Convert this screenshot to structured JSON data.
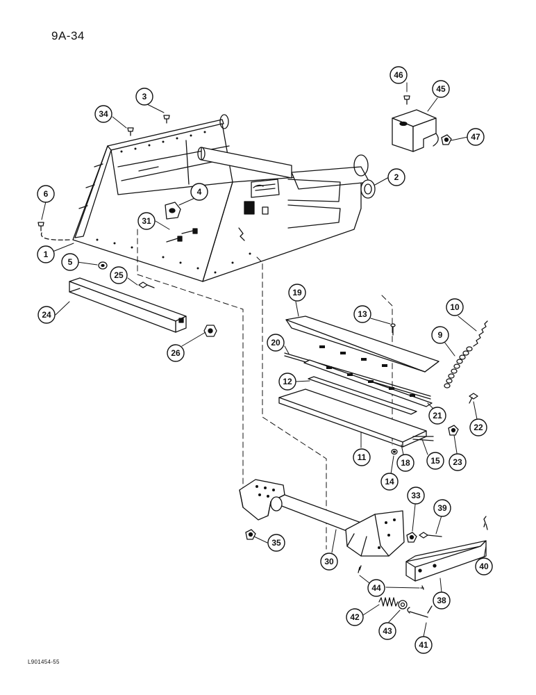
{
  "page": {
    "page_number": "9A-34",
    "figure_code": "L901454-55"
  },
  "callouts": [
    {
      "id": "c1",
      "label": "1"
    },
    {
      "id": "c2",
      "label": "2"
    },
    {
      "id": "c3",
      "label": "3"
    },
    {
      "id": "c4",
      "label": "4"
    },
    {
      "id": "c5",
      "label": "5"
    },
    {
      "id": "c6",
      "label": "6"
    },
    {
      "id": "c9",
      "label": "9"
    },
    {
      "id": "c10",
      "label": "10"
    },
    {
      "id": "c11",
      "label": "11"
    },
    {
      "id": "c12",
      "label": "12"
    },
    {
      "id": "c13",
      "label": "13"
    },
    {
      "id": "c14",
      "label": "14"
    },
    {
      "id": "c15",
      "label": "15"
    },
    {
      "id": "c18",
      "label": "18"
    },
    {
      "id": "c19",
      "label": "19"
    },
    {
      "id": "c20",
      "label": "20"
    },
    {
      "id": "c21",
      "label": "21"
    },
    {
      "id": "c22",
      "label": "22"
    },
    {
      "id": "c23",
      "label": "23"
    },
    {
      "id": "c24",
      "label": "24"
    },
    {
      "id": "c25",
      "label": "25"
    },
    {
      "id": "c26",
      "label": "26"
    },
    {
      "id": "c30",
      "label": "30"
    },
    {
      "id": "c31",
      "label": "31"
    },
    {
      "id": "c33",
      "label": "33"
    },
    {
      "id": "c34",
      "label": "34"
    },
    {
      "id": "c35",
      "label": "35"
    },
    {
      "id": "c38",
      "label": "38"
    },
    {
      "id": "c39",
      "label": "39"
    },
    {
      "id": "c40",
      "label": "40"
    },
    {
      "id": "c41",
      "label": "41"
    },
    {
      "id": "c42",
      "label": "42"
    },
    {
      "id": "c43",
      "label": "43"
    },
    {
      "id": "c44",
      "label": "44"
    },
    {
      "id": "c45",
      "label": "45"
    },
    {
      "id": "c46",
      "label": "46"
    },
    {
      "id": "c47",
      "label": "47"
    }
  ]
}
